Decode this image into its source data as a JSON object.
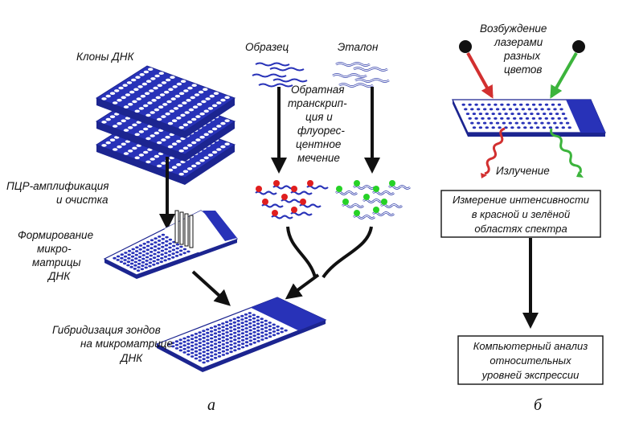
{
  "labels": {
    "clones": "Клоны ДНК",
    "pcr_1": "ПЦР-амплификация",
    "pcr_2": "и очистка",
    "forming_1": "Формирование",
    "forming_2": "микро-",
    "forming_3": "матрицы",
    "forming_4": "ДНК",
    "hybrid_1": "Гибридизация зондов",
    "hybrid_2": "на микроматрице",
    "hybrid_3": "ДНК",
    "sample": "Образец",
    "reference": "Эталон",
    "rt_1": "Обратная",
    "rt_2": "транскрип-",
    "rt_3": "ция и",
    "rt_4": "флуорес-",
    "rt_5": "центное",
    "rt_6": "мечение",
    "excite_1": "Возбуждение",
    "excite_2": "лазерами",
    "excite_3": "разных",
    "excite_4": "цветов",
    "emission": "Излучение",
    "measure_1": "Измерение интенсивности",
    "measure_2": "в красной и зелёной",
    "measure_3": "областях спектра",
    "analysis_1": "Компьютерный анализ",
    "analysis_2": "относительных",
    "analysis_3": "уровней экспрессии",
    "panel_a": "а",
    "panel_b": "б"
  },
  "colors": {
    "array_blue": "#2832b8",
    "array_dark": "#1c2590",
    "red_laser": "#d23030",
    "green_laser": "#3cb43c",
    "red_dot": "#e01e1e",
    "green_dot": "#26d226",
    "ink": "#111111"
  },
  "icons": {
    "plate": "microplate-icon",
    "slide": "microarray-slide-icon",
    "laser": "laser-source-icon",
    "wave": "emission-wave-icon"
  }
}
